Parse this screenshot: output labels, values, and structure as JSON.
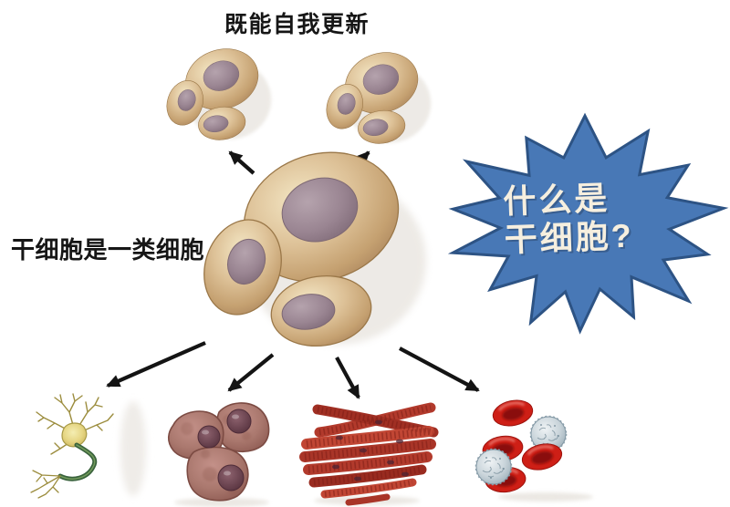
{
  "diagram": {
    "background_color": "#ffffff",
    "top_label": "既能自我更新",
    "left_label": "干细胞是一类细胞",
    "starburst": {
      "line1": "什么是",
      "line2": "干细胞?",
      "fill_color": "#4878b6",
      "border_color": "#2d5384",
      "text_color": "#f6efdf"
    },
    "arrow_color": "#141414",
    "stem_cell_body_color": "#d9bd92",
    "stem_cell_nucleus_color": "#998492",
    "illustrations": {
      "center": "stem-cell-cluster",
      "top": [
        "renewal-cluster-left",
        "renewal-cluster-right"
      ],
      "bottom": [
        "neuron",
        "tissue-cells",
        "muscle-fibers",
        "blood-cells"
      ]
    }
  }
}
